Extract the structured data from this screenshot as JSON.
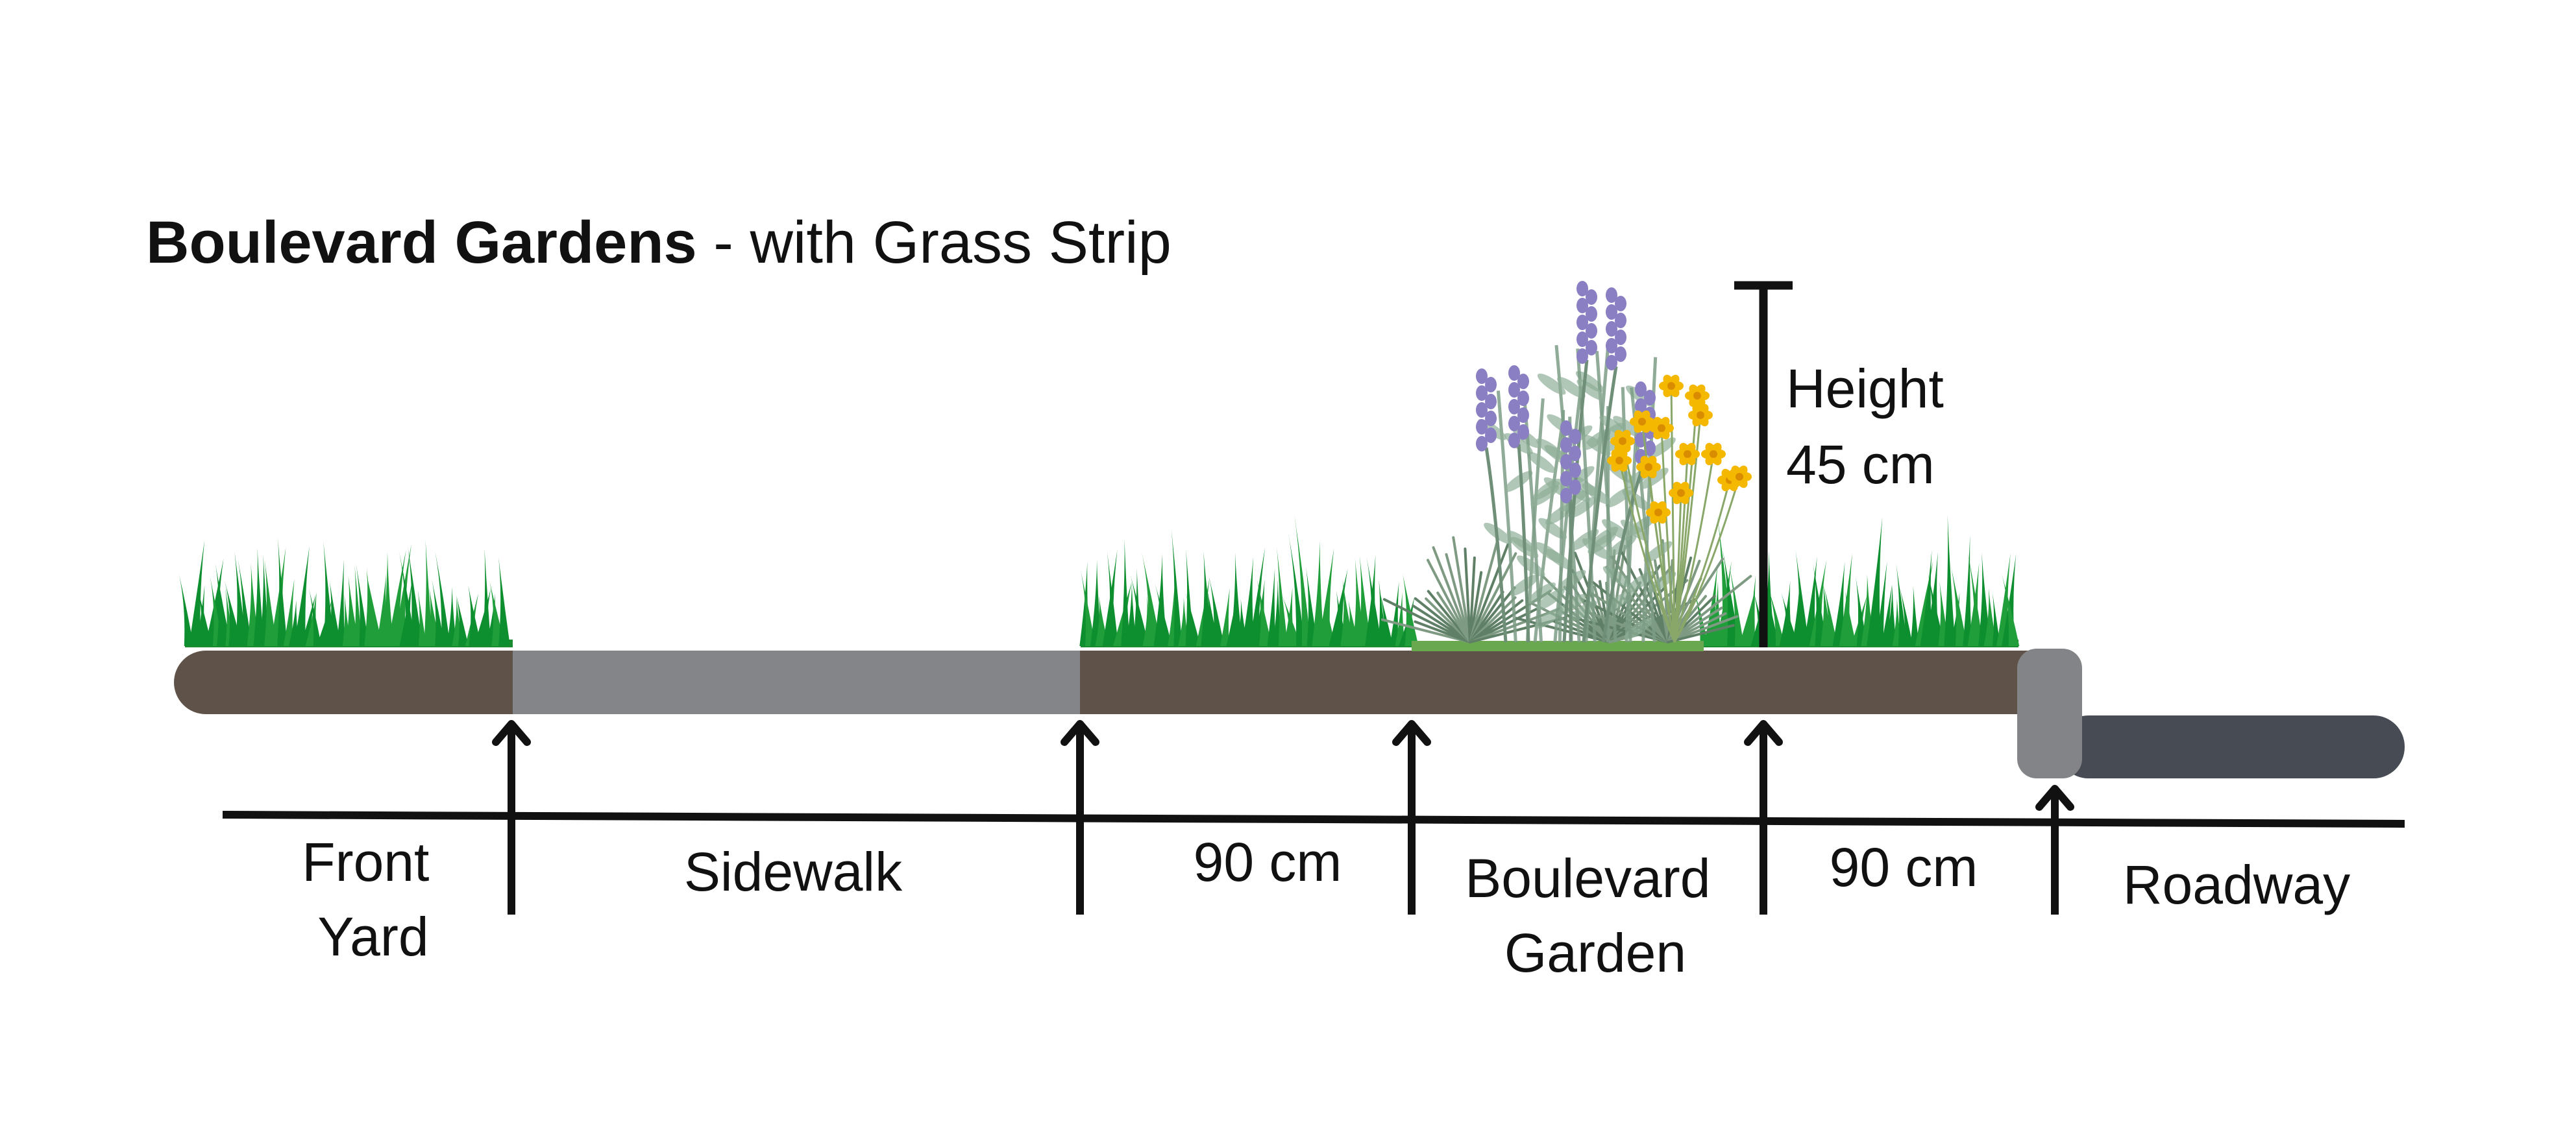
{
  "title": {
    "bold": "Boulevard Gardens",
    "rest": " - with Grass Strip"
  },
  "height_label": {
    "line1": "Height",
    "line2": "45 cm"
  },
  "labels": {
    "front_yard": [
      "Front",
      "Yard"
    ],
    "sidewalk": "Sidewalk",
    "grass_left_width": "90 cm",
    "boulevard_garden": [
      "Boulevard",
      "Garden"
    ],
    "grass_right_width": "90 cm",
    "roadway": "Roadway"
  },
  "colors": {
    "soil": "#5f5248",
    "sidewalk": "#848589",
    "curb": "#838487",
    "road": "#474b54",
    "grass": "#0e8f2f",
    "grass_base": "#1a8b2e",
    "lavender": "#8a7fc2",
    "yellow_flower": "#f5b800",
    "sage": "#7d9c86",
    "ink": "#111111"
  },
  "icons": [
    "up-arrow-icon",
    "height-marker-icon",
    "grass-icon",
    "lavender-icon",
    "yellow-flower-icon",
    "ornamental-grass-icon"
  ]
}
